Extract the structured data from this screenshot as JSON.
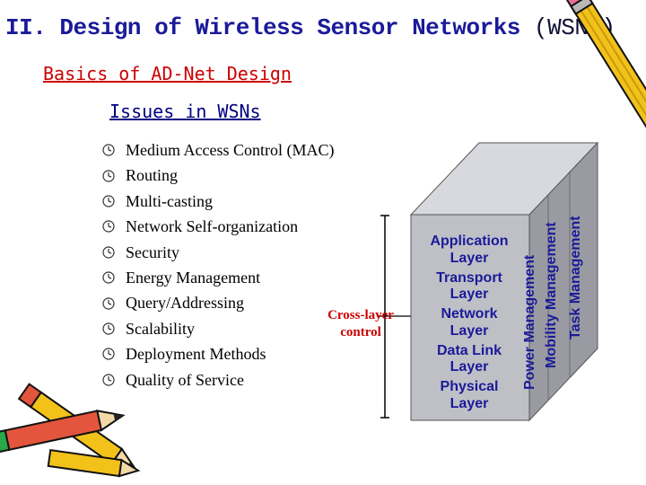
{
  "slide": {
    "title_main": "II. Design of Wireless Sensor Networks",
    "title_abbr": " (WSNs)",
    "subtitle": "Basics of AD-Net Design",
    "section": "Issues in WSNs"
  },
  "issues": [
    " Medium Access Control (MAC)",
    "Routing",
    "Multi-casting",
    "Network Self-organization",
    "Security",
    "Energy Management",
    "Query/Addressing",
    "Scalability",
    "Deployment Methods",
    "Quality of Service"
  ],
  "diagram": {
    "cross_layer": [
      "Cross-layer",
      "control"
    ],
    "layers": [
      "Application",
      "Layer",
      "Transport",
      "Layer",
      "Network",
      "Layer",
      "Data Link",
      "Layer",
      "Physical",
      "Layer"
    ],
    "planes": [
      "Power Management",
      "Mobility Management",
      "Task Management"
    ]
  },
  "colors": {
    "title": "#1a1a99",
    "subtitle": "#cc0000",
    "section": "#000080",
    "cross_layer": "#cc0000",
    "stack_front": "#bfc0c6",
    "stack_side": "#9a9ba2",
    "stack_top": "#d8d9de"
  },
  "icons": [
    "clock-bullet-icon",
    "pencil-icon",
    "crayon-pencils-icon"
  ]
}
